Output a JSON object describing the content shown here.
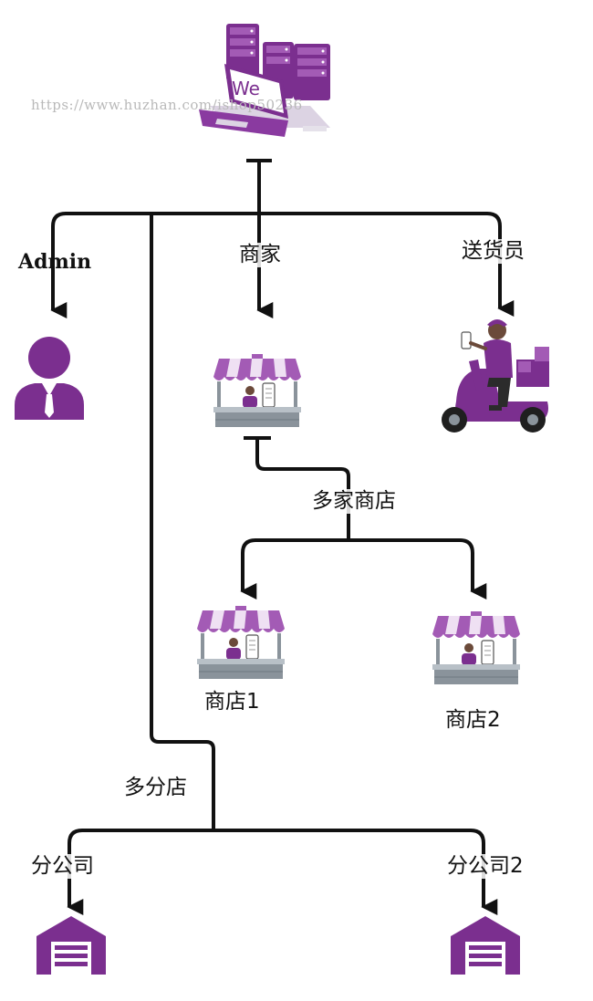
{
  "watermark": "https://www.huzhan.com/ishop50236",
  "server": {
    "screen_text": "We"
  },
  "labels": {
    "admin": "Admin",
    "merchant": "商家",
    "delivery": "送货员",
    "multi_store": "多家商店",
    "store1": "商店1",
    "store2": "商店2",
    "multi_branch": "多分店",
    "branch1": "分公司",
    "branch2": "分公司2"
  },
  "colors": {
    "purple": "#7b2f8f",
    "purple_light": "#a35bb5",
    "line": "#111111",
    "awning_stripe": "#e8d2ef",
    "counter": "#8a939b"
  },
  "icons": {
    "server": "server-laptop-icon",
    "admin": "admin-user-icon",
    "merchant": "market-stall-icon",
    "delivery": "delivery-scooter-icon",
    "store": "market-stall-icon",
    "branch": "warehouse-icon"
  }
}
